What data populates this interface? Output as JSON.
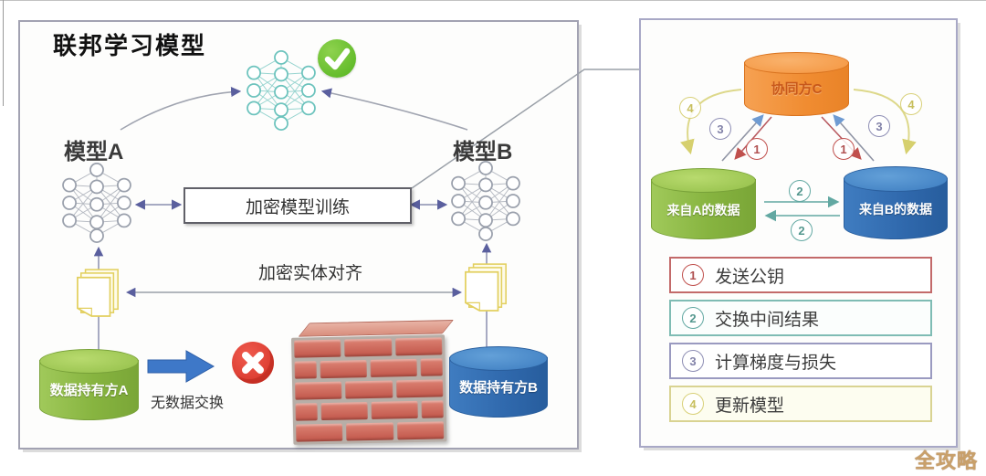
{
  "left_panel": {
    "title": "联邦学习模型",
    "model_a": "模型A",
    "model_b": "模型B",
    "training_box": "加密模型训练",
    "entity_alignment": "加密实体对齐",
    "no_data_exchange": "无数据交换",
    "data_holder_a": "数据持有方A",
    "data_holder_b": "数据持有方B"
  },
  "right_panel": {
    "coordinator_c": "协同方C",
    "data_from_a": "来自A的数据",
    "data_from_b": "来自B的数据",
    "steps": [
      {
        "num": "1",
        "label": "发送公钥",
        "color": "#c0504d"
      },
      {
        "num": "2",
        "label": "交换中间结果",
        "color": "#62a8a2"
      },
      {
        "num": "3",
        "label": "计算梯度与损失",
        "color": "#8e8eb4"
      },
      {
        "num": "4",
        "label": "更新模型",
        "color": "#d8d078"
      }
    ]
  },
  "watermark": "全攻略",
  "colors": {
    "cylinder_green": "#8cbf3f",
    "cylinder_blue": "#2f6bad",
    "cylinder_orange": "#f0903a",
    "panel_border_left": "#a2a2b2",
    "panel_border_right": "#a8a8c6",
    "check_green": "#54b41f",
    "cross_red": "#d32f23",
    "big_arrow_blue": "#3e78c8",
    "brick_red": "#c1564a",
    "neural_net_gray": "#9aa0ac",
    "neural_net_teal": "#6cc3bd"
  }
}
